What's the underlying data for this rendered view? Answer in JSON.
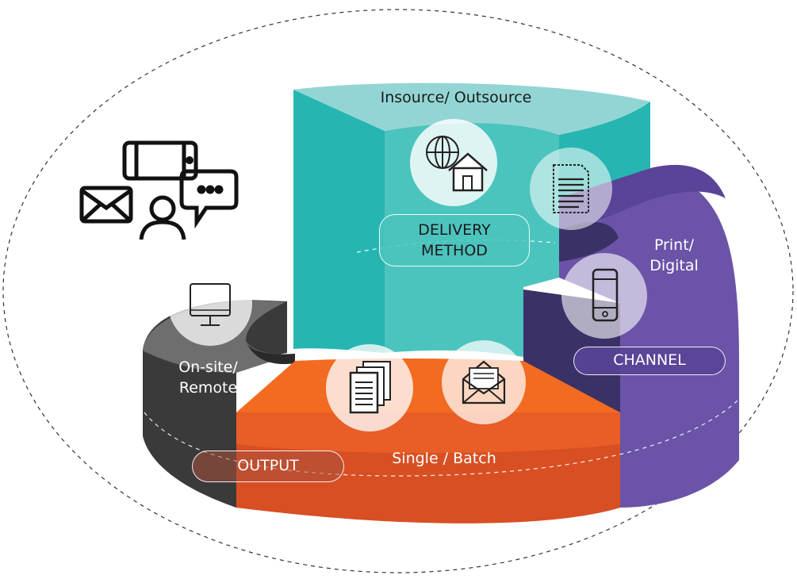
{
  "segments": {
    "delivery": {
      "top_label": "Insource/ Outsource",
      "badge_line1": "DELIVERY",
      "badge_line2": "METHOD",
      "color": "#26B6B2"
    },
    "channel": {
      "side_label_line1": "Print/",
      "side_label_line2": "Digital",
      "badge": "CHANNEL",
      "color": "#6B53A8"
    },
    "output": {
      "front_label": "Single / Batch",
      "badge": "OUTPUT",
      "color": "#F26B21"
    },
    "location": {
      "side_label_line1": "On-site/",
      "side_label_line2": "Remote",
      "color": "#6E6E6E"
    }
  },
  "icons": [
    "devices-person-icon",
    "globe-house-icon",
    "document-icon",
    "smartphone-icon",
    "desktop-monitor-icon",
    "documents-stack-icon",
    "open-envelope-icon"
  ]
}
